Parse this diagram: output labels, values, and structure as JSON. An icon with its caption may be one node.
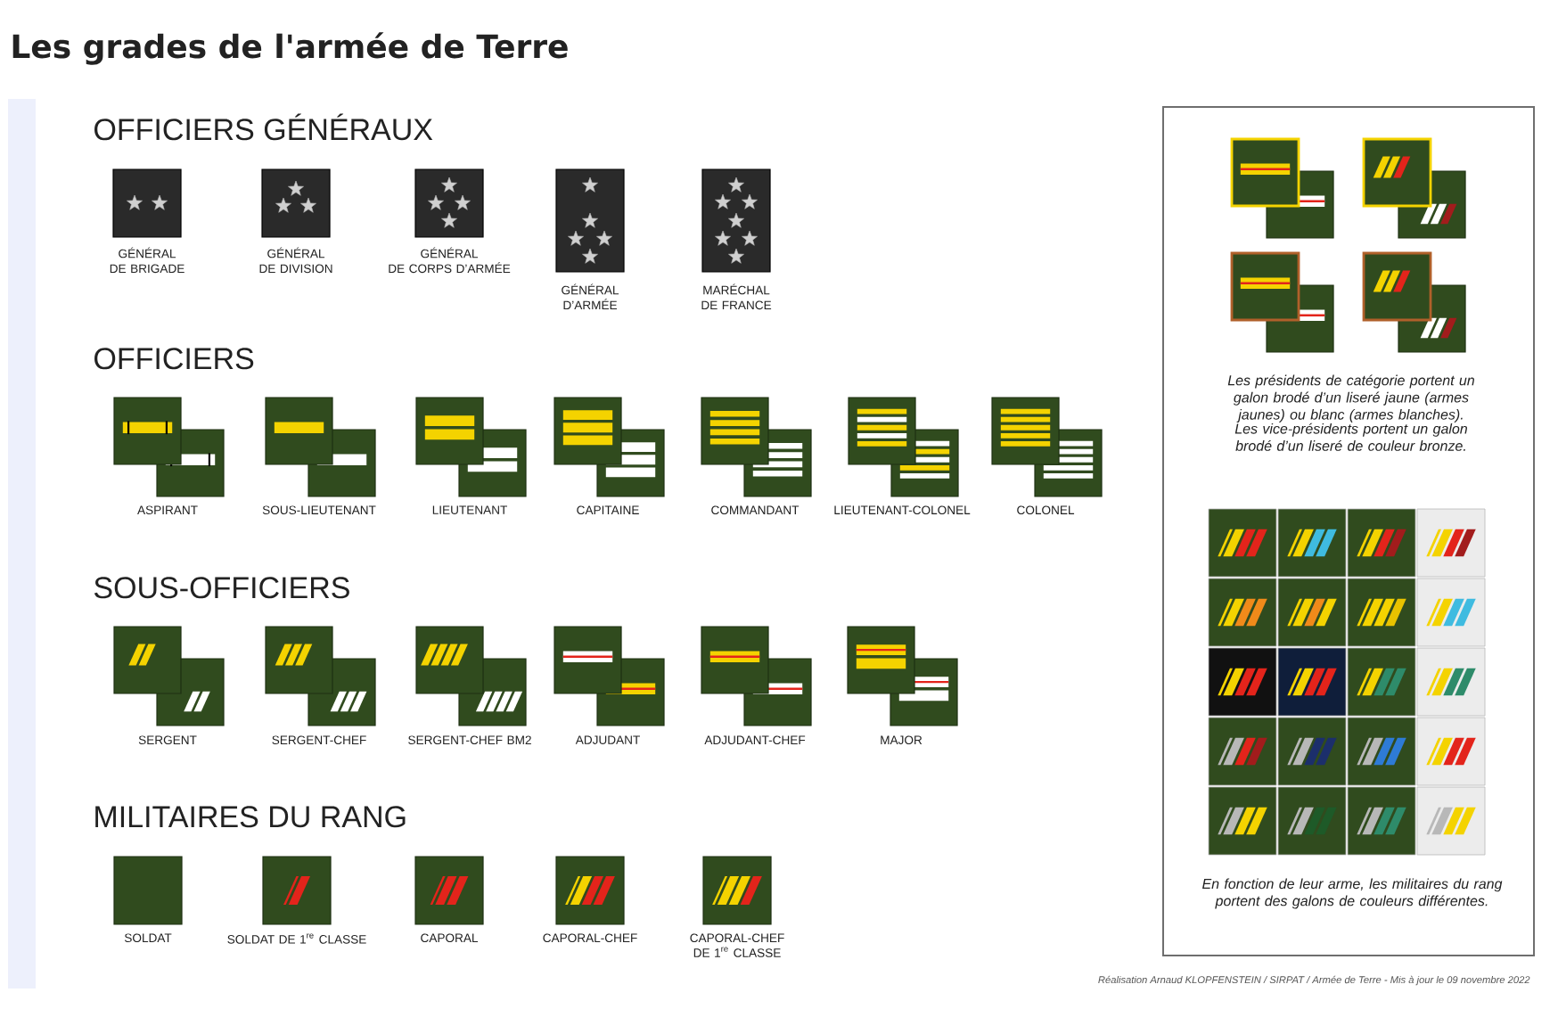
{
  "diagram": {
    "title": "Les grades de l'armée de Terre",
    "nodes": [
      {
        "text": [
          "GÉNÉRAL DE BRIGADE"
        ]
      },
      {
        "text": [
          "GÉNÉRAL DE DIVISION"
        ]
      },
      {
        "text": [
          "GÉNÉRAL DE CORPS D’ARMÉE"
        ]
      },
      {
        "text": [
          "GÉNÉRAL D’ARMÉE"
        ]
      },
      {
        "text": [
          "MARÉCHAL DE FRANCE"
        ]
      },
      {
        "text": [
          "ASPIRANT"
        ]
      },
      {
        "text": [
          "SOUS-LIEUTENANT"
        ]
      },
      {
        "text": [
          "LIEUTENANT"
        ]
      },
      {
        "text": [
          "CAPITAINE"
        ]
      },
      {
        "text": [
          "COMMANDANT"
        ]
      },
      {
        "text": [
          "LIEUTENANT-COLONEL"
        ]
      },
      {
        "text": [
          "COLONEL"
        ]
      },
      {
        "text": [
          "SERGENT"
        ]
      },
      {
        "text": [
          "SERGENT-CHEF"
        ]
      },
      {
        "text": [
          "SERGENT-CHEF BM2"
        ]
      },
      {
        "text": [
          "ADJUDANT"
        ]
      },
      {
        "text": [
          "ADJUDANT-CHEF"
        ]
      },
      {
        "text": [
          "MAJOR"
        ]
      },
      {
        "text": [
          "SOLDAT"
        ]
      },
      {
        "text": [
          "SOLDAT DE 1$^{re}$ CLASSE"
        ]
      },
      {
        "text": [
          "CAPORAL"
        ]
      },
      {
        "text": [
          "CAPORAL-CHEF"
        ]
      },
      {
        "text": [
          "CAPORAL-CHEF DE 1$^{re}$ CLASSE"
        ]
      },
      {
        "text": [
          "Les présidents de catégorie portent un galon brodé d’un liseré jaune (armes jaunes) ou blanc (armes blanches).",
          "Les vice-présidents portent un galon brodé d’un liseré de couleur bronze.",
          "En fonction de leur arme, les militaires du rang portent des galons de couleurs différentes."
        ]
      },
      {
        "text": [],
        "shape": "picture",
        "in": 23
      },
      {
        "text": [],
        "shape": "picture",
        "in": 23
      },
      {
        "text": [],
        "shape": "picture",
        "in": 23
      },
      {
        "text": [],
        "shape": "picture",
        "in": 23
      },
      {
        "text": [],
        "shape": "picture",
        "in": 23
      },
      {
        "text": [],
        "shape": "picture",
        "in": 23
      },
      {
        "text": [],
        "shape": "picture",
        "in": 23
      },
      {
        "text": [],
        "shape": "picture",
        "in": 23
      },
      {
        "text": [],
        "shape": "picture",
        "in": 23
      },
      {
        "text": [],
        "shape": "picture",
        "in": 23
      },
      {
        "text": [],
        "shape": "picture",
        "in": 23
      },
      {
        "text": [],
        "shape": "picture",
        "in": 23
      },
      {
        "text": [],
        "shape": "picture",
        "in": 23
      },
      {
        "text": [],
        "shape": "picture",
        "in": 23
      },
      {
        "text": [],
        "shape": "picture",
        "in": 23
      },
      {
        "text": [],
        "shape": "picture",
        "in": 23
      },
      {
        "text": [],
        "shape": "picture",
        "in": 23
      },
      {
        "text": [],
        "shape": "picture",
        "in": 23
      },
      {
        "text": [],
        "shape": "picture",
        "in": 23
      },
      {
        "text": [],
        "shape": "picture",
        "in": 23
      },
      {
        "text": [],
        "shape": "picture",
        "in": 23
      },
      {
        "text": [],
        "shape": "picture",
        "in": 23
      },
      {
        "text": [],
        "shape": "picture",
        "in": 23
      },
      {
        "text": [],
        "shape": "picture",
        "in": 23
      }
    ],
    "labels": [
      "OFFICIERS GÉNÉRAUX",
      "OFFICIERS",
      "SOUS-OFFICIERS",
      "MILITAIRES DU RANG",
      "Réalisation Arnaud KLOPFENSTEIN / SIRPAT / Armée de Terre - Mis à jour le 09 novembre 2022"
    ]
  }
}
